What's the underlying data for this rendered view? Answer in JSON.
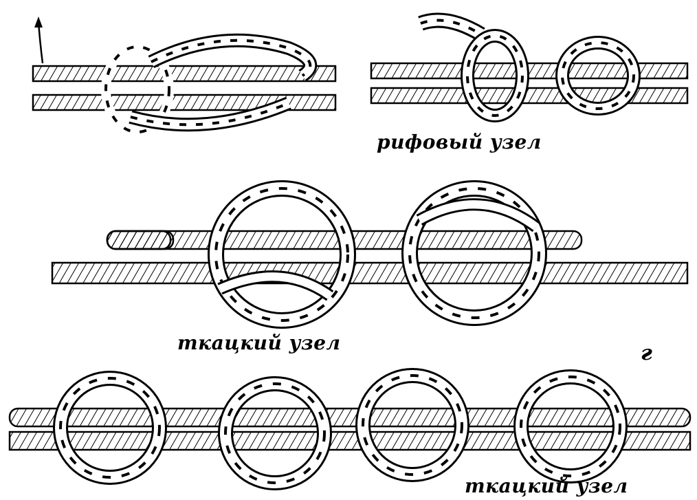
{
  "captions": {
    "reef_knot": "рифовый узел",
    "weavers_knot_1": "ткацкий узел",
    "panel_letter": "г",
    "weavers_knot_2": "ткацкий узел"
  },
  "colors": {
    "ink": "#000000",
    "paper": "#ffffff"
  }
}
